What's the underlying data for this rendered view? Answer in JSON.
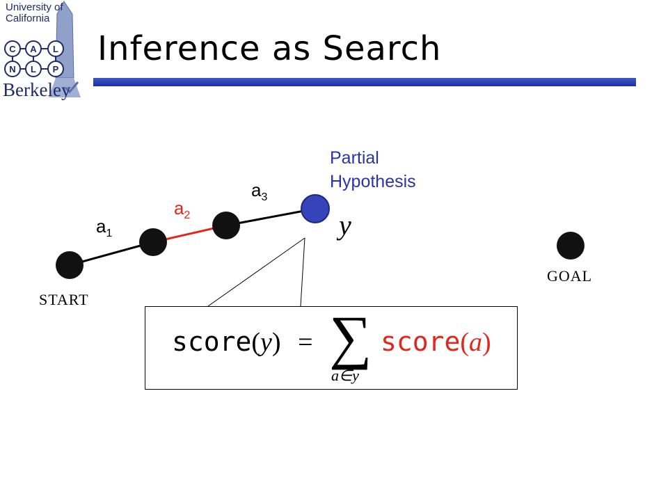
{
  "logo": {
    "line1": "University of",
    "line2": "California",
    "letters": [
      "C",
      "A",
      "L",
      "N",
      "L",
      "P"
    ],
    "wordmark": "Berkeley"
  },
  "slide": {
    "title": "Inference as Search"
  },
  "diagram": {
    "annotation_line1": "Partial",
    "annotation_line2": "Hypothesis",
    "edges": [
      {
        "label": "a",
        "sub": "1",
        "color": "#000000"
      },
      {
        "label": "a",
        "sub": "2",
        "color": "#e3261b"
      },
      {
        "label": "a",
        "sub": "3",
        "color": "#000000"
      }
    ],
    "hypothesis_var": "y",
    "start_label": "START",
    "goal_label": "GOAL",
    "node_color": "#111111",
    "hypothesis_node_color": "#3743b8"
  },
  "formula": {
    "fn_left": "score",
    "var_left": "y",
    "equals": "=",
    "sum_symbol": "∑",
    "subscript": "a∈y",
    "fn_right": "score",
    "var_right": "a",
    "accent_color": "#e3261b"
  }
}
